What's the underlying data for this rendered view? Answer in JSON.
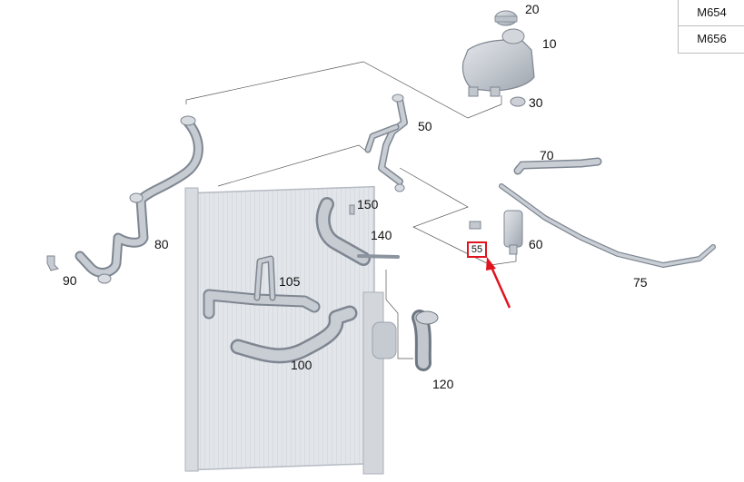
{
  "models": [
    "M654",
    "M656"
  ],
  "callouts": {
    "p20": "20",
    "p10": "10",
    "p30": "30",
    "p50": "50",
    "p70": "70",
    "p150": "150",
    "p140": "140",
    "p60": "60",
    "p80": "80",
    "p90": "90",
    "p105": "105",
    "p75": "75",
    "p100": "100",
    "p120": "120"
  },
  "highlight": {
    "label": "55"
  },
  "colors": {
    "part_fill": "#c9ced6",
    "part_stroke": "#8b939e",
    "highlight": "#e0141e"
  }
}
